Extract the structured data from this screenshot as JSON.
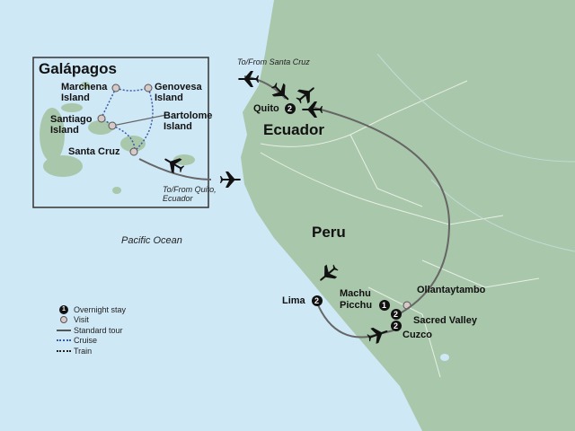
{
  "inset": {
    "title": "Galápagos",
    "places": [
      "Marchena Island",
      "Genovesa Island",
      "Santiago Island",
      "Bartolome Island",
      "Santa Cruz"
    ],
    "note_quito": "To/From Quito, Ecuador"
  },
  "note_santa_cruz": "To/From Santa Cruz",
  "countries": {
    "ecuador": "Ecuador",
    "peru": "Peru"
  },
  "ocean": "Pacific Ocean",
  "stops": [
    {
      "name": "Quito",
      "nights": "2"
    },
    {
      "name": "Lima",
      "nights": "2"
    },
    {
      "name": "Machu Picchu",
      "nights": "1"
    },
    {
      "name": "Sacred Valley",
      "nights": "2"
    },
    {
      "name": "Cuzco",
      "nights": "2"
    },
    {
      "name": "Ollantaytambo",
      "nights": ""
    }
  ],
  "legend": {
    "overnight_symbol": "1",
    "overnight": "Overnight stay",
    "visit": "Visit",
    "standard": "Standard tour",
    "cruise": "Cruise",
    "train": "Train"
  },
  "colors": {
    "ocean": "#cfe8f6",
    "land": "#a9c7aa",
    "route": "#666666",
    "cruise": "#3a5ba8",
    "marker": "#111111"
  }
}
